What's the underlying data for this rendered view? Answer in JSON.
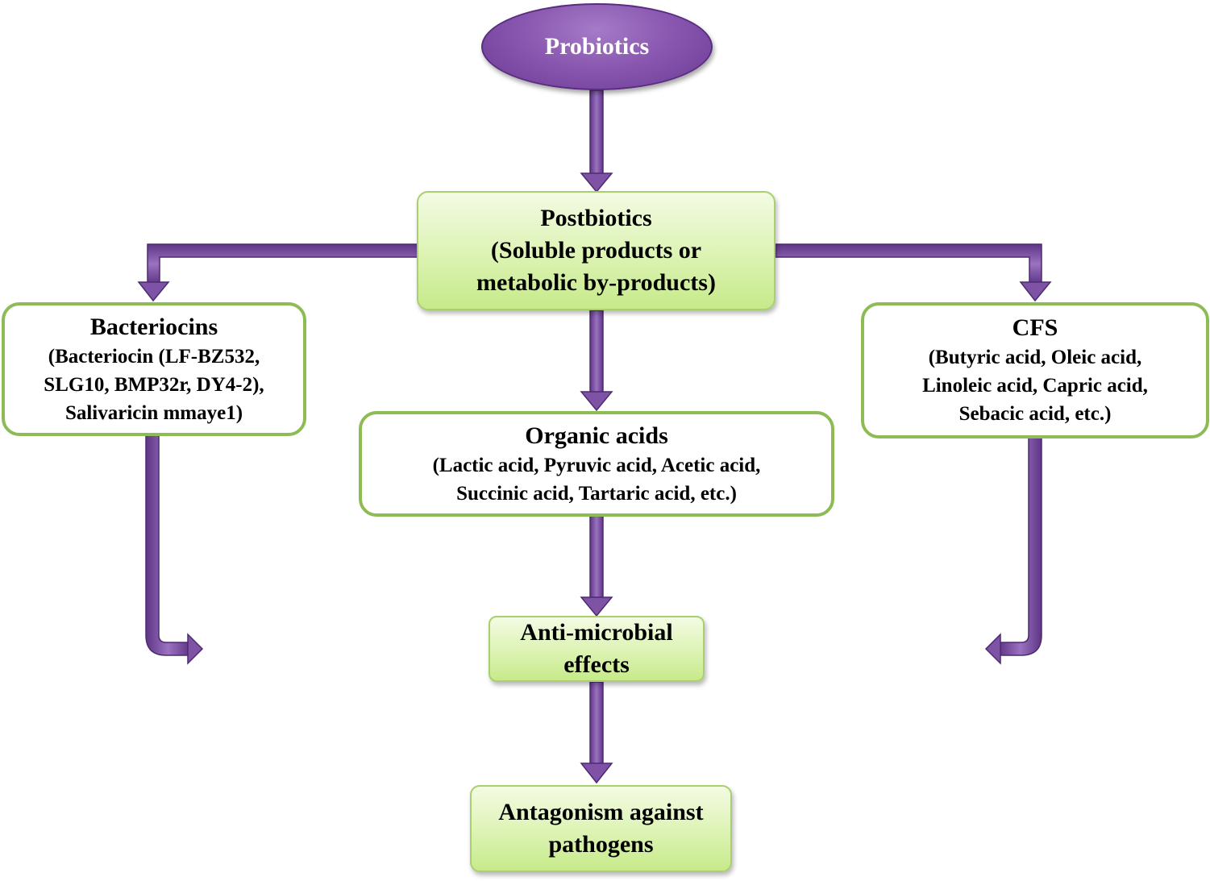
{
  "colors": {
    "arrow_fill": "#7e52a5",
    "arrow_stroke": "#4e2a72",
    "oval_fill": "#8a58b0",
    "green_fill": "#d7f0a8",
    "green_border": "#8dbb55"
  },
  "nodes": {
    "probiotics": {
      "label": "Probiotics"
    },
    "postbiotics": {
      "title": "Postbiotics",
      "lines": [
        "(Soluble products or",
        "metabolic by-products)"
      ]
    },
    "bacteriocins": {
      "title": "Bacteriocins",
      "lines": [
        "(Bacteriocin (LF-BZ532,",
        "SLG10, BMP32r, DY4-2),",
        "Salivaricin mmaye1)"
      ]
    },
    "cfs": {
      "title": "CFS",
      "lines": [
        "(Butyric acid, Oleic acid,",
        "Linoleic acid, Capric acid,",
        "Sebacic acid, etc.)"
      ]
    },
    "organic_acids": {
      "title": "Organic acids",
      "lines": [
        "(Lactic acid, Pyruvic acid, Acetic acid,",
        "Succinic acid, Tartaric  acid, etc.)"
      ]
    },
    "antimicrobial": {
      "lines": [
        "Anti-microbial",
        "effects"
      ]
    },
    "antagonism": {
      "lines": [
        "Antagonism against",
        "pathogens"
      ]
    }
  },
  "edges": [
    {
      "from": "Probiotics",
      "to": "Postbiotics"
    },
    {
      "from": "Postbiotics",
      "to": "Bacteriocins"
    },
    {
      "from": "Postbiotics",
      "to": "CFS"
    },
    {
      "from": "Postbiotics",
      "to": "Organic acids"
    },
    {
      "from": "Organic acids",
      "to": "Anti-microbial effects"
    },
    {
      "from": "Bacteriocins",
      "to": "Anti-microbial effects"
    },
    {
      "from": "CFS",
      "to": "Anti-microbial effects"
    },
    {
      "from": "Anti-microbial effects",
      "to": "Antagonism against pathogens"
    }
  ]
}
